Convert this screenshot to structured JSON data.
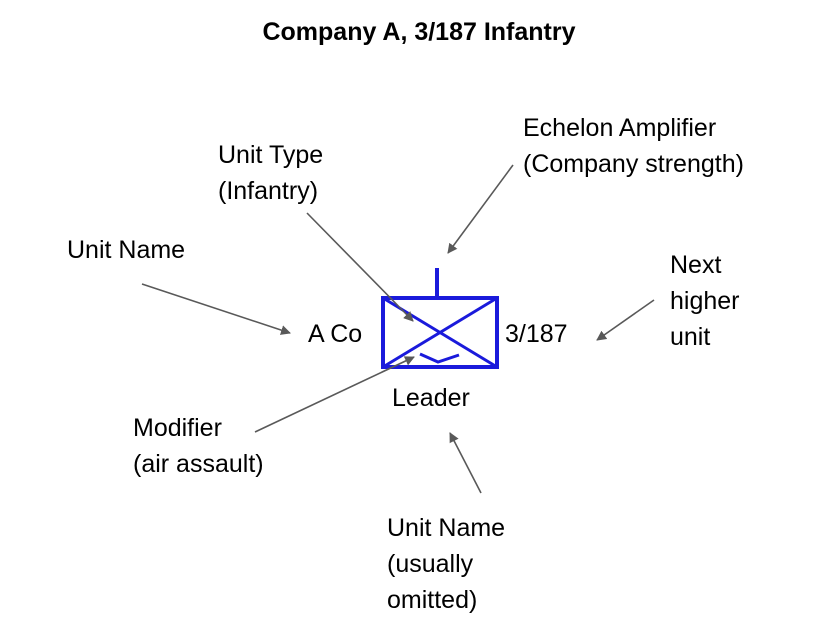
{
  "title": "Company A, 3/187 Infantry",
  "colors": {
    "symbol": "#1a1adb",
    "arrow": "#595959",
    "text": "#000000",
    "background": "#ffffff"
  },
  "symbol": {
    "left_text": "A Co",
    "right_text": "3/187",
    "below_text": "Leader",
    "frame": "friendly-unit-rectangle",
    "icon": "infantry-crossed-diagonals",
    "echelon": "company-single-bar",
    "modifier": "air-assault-chevron"
  },
  "callouts": {
    "unit_name": {
      "lines": [
        "Unit Name"
      ]
    },
    "unit_type": {
      "lines": [
        "Unit Type",
        "(Infantry)"
      ]
    },
    "echelon": {
      "lines": [
        "Echelon Amplifier",
        "(Company strength)"
      ]
    },
    "next_higher": {
      "lines": [
        "Next",
        "higher",
        "unit"
      ]
    },
    "modifier": {
      "lines": [
        "Modifier",
        "(air assault)"
      ]
    },
    "leader_name": {
      "lines": [
        "Unit Name",
        "(usually",
        "omitted)"
      ]
    }
  }
}
